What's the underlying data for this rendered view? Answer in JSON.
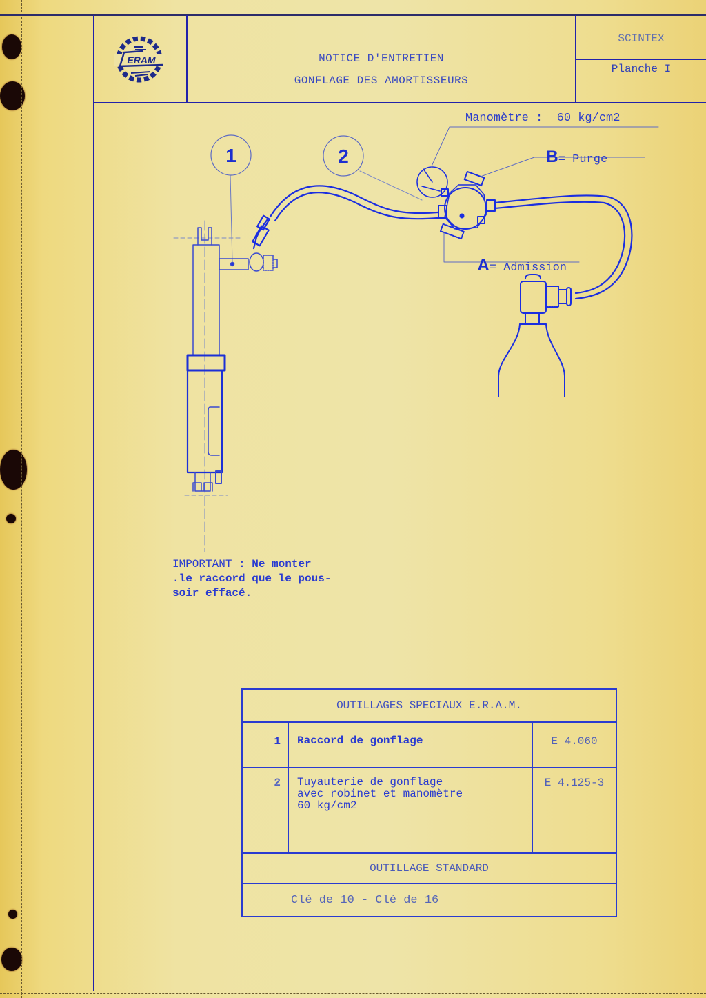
{
  "header": {
    "logo_text": "ERAM",
    "title_line1": "NOTICE D'ENTRETIEN",
    "title_line2": "GONFLAGE DES AMORTISSEURS",
    "reference": "SCINTEX",
    "sheet": "Planche I"
  },
  "diagram": {
    "callouts": [
      {
        "id": "callout-1",
        "label": "1"
      },
      {
        "id": "callout-2",
        "label": "2"
      }
    ],
    "manometer_label": "Manomètre :  60 kg/cm2",
    "purge_letter": "B",
    "purge_label": "= Purge",
    "admission_letter": "A",
    "admission_label": "= Admission"
  },
  "note": {
    "heading": "IMPORTANT",
    "line1": " : Ne monter",
    "line2": ".le raccord que le pous-",
    "line3": "soir effacé."
  },
  "special_tools": {
    "title": "OUTILLAGES SPECIAUX E.R.A.M.",
    "rows": [
      {
        "num": "1",
        "description": "Raccord de gonflage",
        "code": "E 4.060"
      },
      {
        "num": "2",
        "description": "Tuyauterie de gonflage\navec robinet et manomètre\n60 kg/cm2",
        "code": "E 4.125-3"
      }
    ]
  },
  "standard_tools": {
    "title": "OUTILLAGE STANDARD",
    "value": "Clé de 10 - Clé de 16"
  },
  "colors": {
    "paper": "#eee4a8",
    "ink": "#2a3bd0",
    "punch_hole": "#1a0806"
  }
}
